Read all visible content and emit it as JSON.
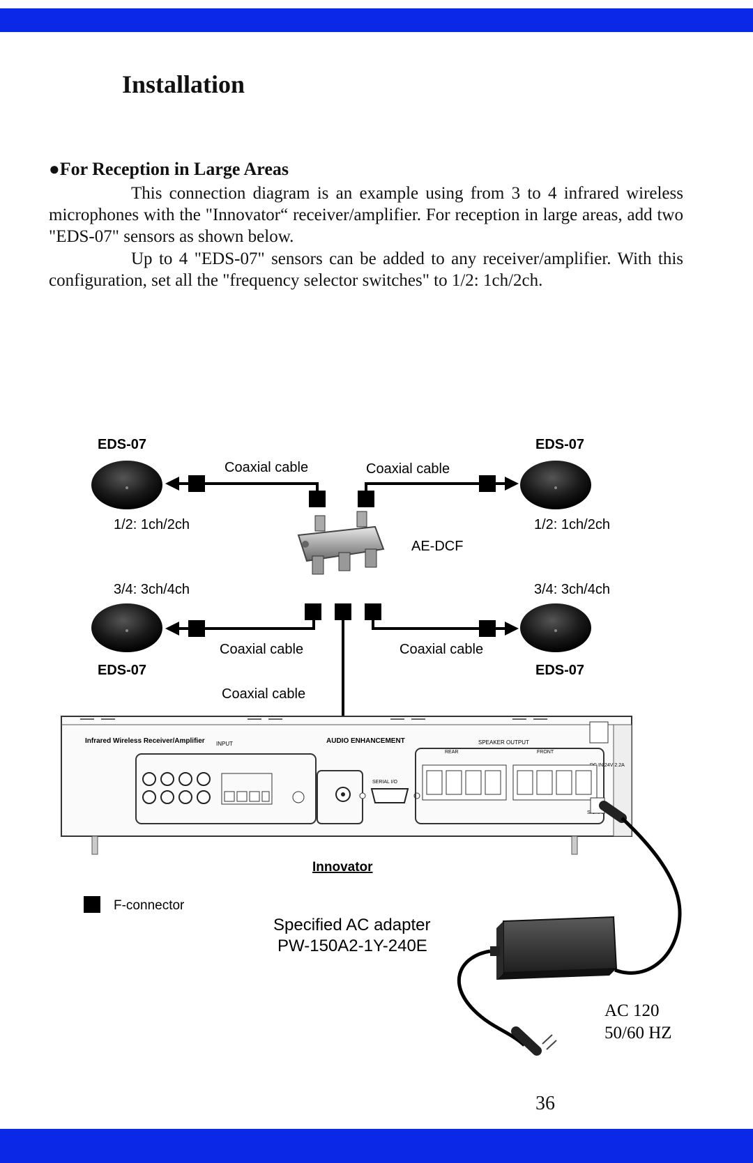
{
  "page": {
    "title": "Installation",
    "section_heading": "●For Reception in Large Areas",
    "paragraph_1": "This connection diagram is an example using from 3 to 4 infrared wireless microphones with the \"Innovator“ receiver/amplifier. For reception in large areas, add two \"EDS-07\" sensors as shown below.",
    "paragraph_2": "Up to 4 \"EDS-07\" sensors can be added to any receiver/amplifier. With this configuration, set all the \"frequency selector switches\" to 1/2: 1ch/2ch.",
    "page_number": "36"
  },
  "diagram": {
    "sensor_label": "EDS-07",
    "cable_label": "Coaxial cable",
    "channel_12": "1/2: 1ch/2ch",
    "channel_34": "3/4: 3ch/4ch",
    "splitter_label": "AE-DCF",
    "receiver_label": "Innovator",
    "legend_label": "F-connector",
    "adapter_line1": "Specified AC adapter",
    "adapter_line2": "PW-150A2-1Y-240E",
    "power_line1": "AC 120",
    "power_line2": "50/60 HZ",
    "panel": {
      "model_title": "Infrared Wireless Receiver/Amplifier",
      "brand": "AUDIO ENHANCEMENT",
      "input": "INPUT",
      "speaker_output": "SPEAKER OUTPUT",
      "rear": "REAR",
      "front": "FRONT",
      "serial": "SERIAL I/O",
      "dc_in": "DC IN 24V 2.2A",
      "signal_gnd": "SIGNAL GND"
    }
  },
  "colors": {
    "page_bar": "#0a28e6",
    "connector": "#000000",
    "sensor": "#1a1a1a"
  }
}
